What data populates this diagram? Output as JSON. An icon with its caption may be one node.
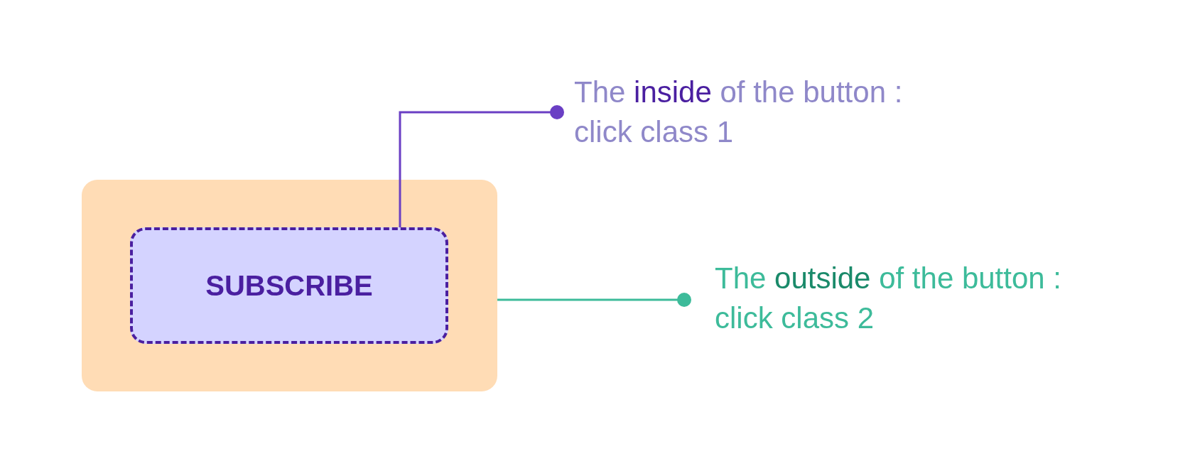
{
  "diagram": {
    "nodes": [
      {
        "text": [],
        "shape": "box"
      },
      {
        "text": [
          "SUBSCRIBE"
        ],
        "in": 0
      },
      {
        "text": [
          "The **inside** of the button : click class 1"
        ]
      },
      {
        "text": [
          "The **outside** of the button : click class 2"
        ]
      }
    ],
    "edges": [
      {
        "from": 2,
        "to": 1,
        "arrow": "other",
        "color": "#6a3fc4"
      },
      {
        "from": 3,
        "to": 0,
        "arrow": "other",
        "color": "#3dbb9a"
      }
    ]
  }
}
